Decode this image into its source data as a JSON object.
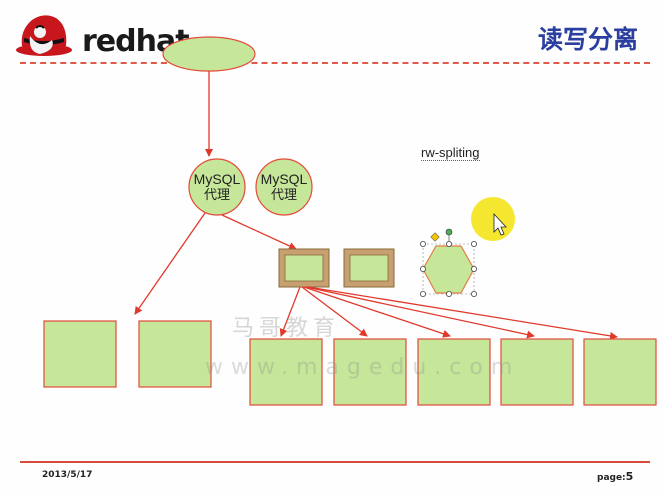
{
  "header": {
    "logo_text": "redhat",
    "title": "读写分离"
  },
  "diagram": {
    "proxy1_line1": "MySQL",
    "proxy1_line2": "代理",
    "proxy2_line1": "MySQL",
    "proxy2_line2": "代理",
    "annotation": "rw-spliting"
  },
  "watermark": {
    "line1": "马哥教育",
    "line2": "www.magedu.com"
  },
  "footer": {
    "date": "2013/5/17",
    "page_label": "page:",
    "page_number": "5"
  },
  "colors": {
    "shape_fill": "#c6e69a",
    "shape_stroke": "#e24a3a",
    "arrow": "#e0392b",
    "title": "#2a3f9f",
    "cursor_highlight": "#f4e41a"
  }
}
